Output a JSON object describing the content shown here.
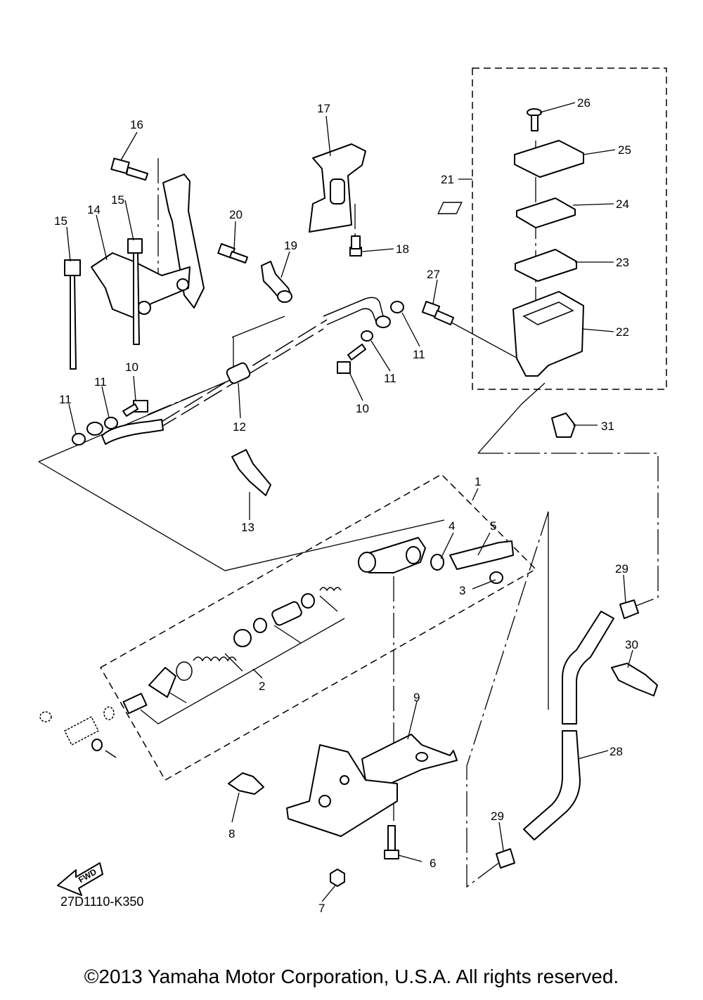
{
  "diagram_code": "27D1110-K350",
  "fwd_label": "FWD",
  "copyright": "©2013 Yamaha Motor Corporation, U.S.A. All rights reserved.",
  "callouts": [
    "1",
    "2",
    "3",
    "4",
    "5",
    "6",
    "7",
    "8",
    "9",
    "10",
    "10",
    "11",
    "11",
    "11",
    "11",
    "12",
    "13",
    "14",
    "15",
    "15",
    "16",
    "17",
    "18",
    "19",
    "20",
    "21",
    "22",
    "23",
    "24",
    "25",
    "26",
    "27",
    "28",
    "29",
    "29",
    "30",
    "31"
  ]
}
